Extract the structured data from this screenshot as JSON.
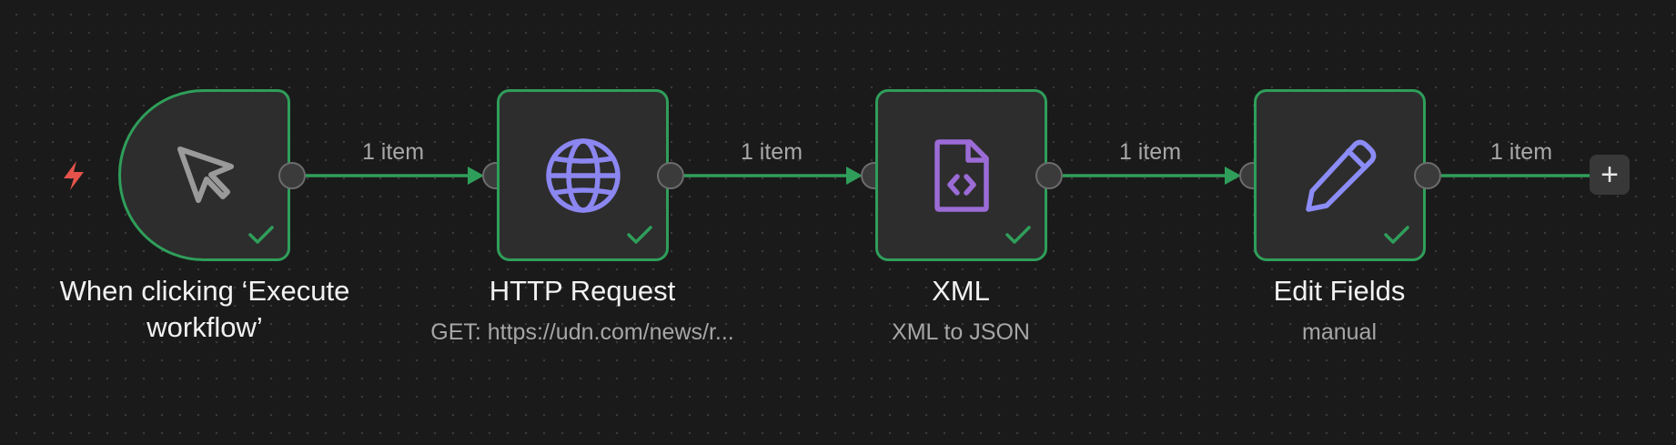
{
  "canvas": {
    "nodes": [
      {
        "title": "When clicking ‘Execute workflow’",
        "subtitle": "",
        "icon": "cursor-arrow-icon",
        "status": "success-check-icon"
      },
      {
        "title": "HTTP Request",
        "subtitle": "GET: https://udn.com/news/r...",
        "icon": "globe-icon",
        "status": "success-check-icon"
      },
      {
        "title": "XML",
        "subtitle": "XML to JSON",
        "icon": "file-code-icon",
        "status": "success-check-icon"
      },
      {
        "title": "Edit Fields",
        "subtitle": "manual",
        "icon": "pencil-icon",
        "status": "success-check-icon"
      }
    ],
    "connections": [
      {
        "label": "1 item"
      },
      {
        "label": "1 item"
      },
      {
        "label": "1 item"
      },
      {
        "label": "1 item"
      }
    ],
    "add_button": {
      "label": "+"
    },
    "trigger_marker": "lightning-bolt-icon"
  },
  "colors": {
    "background": "#1a1a1a",
    "node_fill": "#2d2d2d",
    "success_green": "#2f9e5a",
    "trigger_red": "#e5534b",
    "globe_purple": "#8b86f0",
    "file_purple": "#9b6bd6",
    "pencil_blue": "#8b8cf5",
    "cursor_gray": "#9a9a9a"
  }
}
